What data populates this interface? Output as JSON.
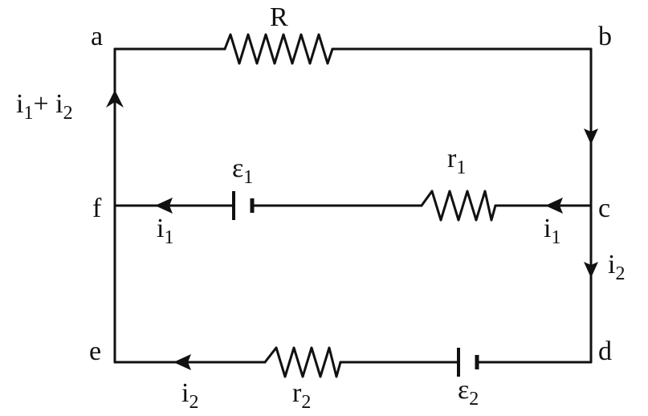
{
  "nodes": {
    "a": "a",
    "b": "b",
    "c": "c",
    "d": "d",
    "e": "e",
    "f": "f"
  },
  "components": {
    "R": {
      "base": "R",
      "sub": ""
    },
    "r1": {
      "base": "r",
      "sub": "1"
    },
    "r2": {
      "base": "r",
      "sub": "2"
    },
    "emf1": {
      "base": "ε",
      "sub": "1"
    },
    "emf2": {
      "base": "ε",
      "sub": "2"
    }
  },
  "currents": {
    "total": {
      "i1": "i",
      "s1": "1",
      "plus": "+ i",
      "s2": "2"
    },
    "branch1_left": {
      "base": "i",
      "sub": "1"
    },
    "branch1_right": {
      "base": "i",
      "sub": "1"
    },
    "branch2_right": {
      "base": "i",
      "sub": "2"
    },
    "branch2_bottom": {
      "base": "i",
      "sub": "2"
    }
  },
  "colors": {
    "ink": "#111111",
    "background": "#ffffff"
  }
}
